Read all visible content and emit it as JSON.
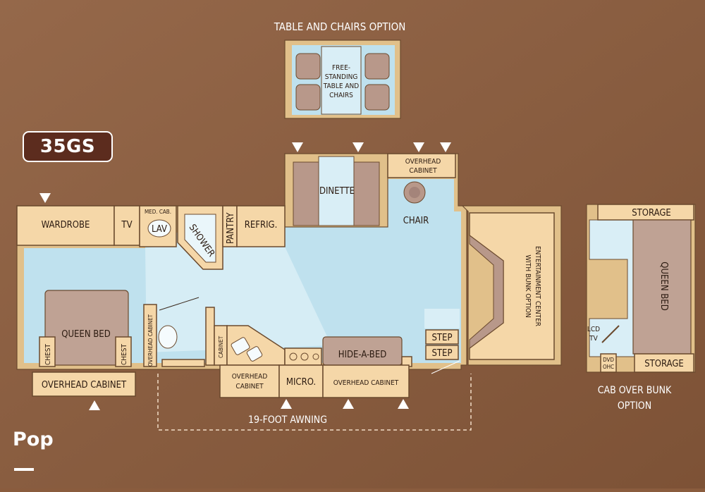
{
  "model": "35GS",
  "watermark": "Pop",
  "colors": {
    "background": "#8a5c3e",
    "floor": "#bfe1ee",
    "cabinet": "#f5d7a8",
    "badge": "#5c2c1e"
  },
  "labels": {
    "table_option_title": "TABLE AND CHAIRS OPTION",
    "table_option_text": [
      "FREE-",
      "STANDING",
      "TABLE AND",
      "CHAIRS"
    ],
    "wardrobe": "WARDROBE",
    "tv": "TV",
    "med_cab": "MED. CAB.",
    "lav": "LAV",
    "shower": "SHOWER",
    "pantry": "PANTRY",
    "refrig": "REFRIG.",
    "dinette": "DINETTE",
    "overhead_cabinet_top": [
      "OVERHEAD",
      "CABINET"
    ],
    "chair": "CHAIR",
    "entertainment": [
      "ENTERTAINMENT CENTER",
      "WITH BUNK OPTION"
    ],
    "queen_bed": "QUEEN BED",
    "chest": "CHEST",
    "overhead_cabinet_rear": "OVERHEAD CABINET",
    "overhead_cabinet_galley": [
      "OVERHEAD",
      "CABINET"
    ],
    "micro": "MICRO.",
    "overhead_cabinet_front": "OVERHEAD CABINET",
    "hide_a_bed": "HIDE-A-BED",
    "step": "STEP",
    "cabinet": "CABINET",
    "overhead_cabinet_bath": "OVERHEAD CABINET",
    "awning": "19-FOOT AWNING",
    "storage": "STORAGE",
    "bunk_queen_bed": "QUEEN BED",
    "lcd": "LCD",
    "lcd_tv": "TV",
    "dvd": "DVD",
    "ohc": "OHC",
    "bunk_option": [
      "CAB OVER BUNK",
      "OPTION"
    ]
  },
  "icons": [
    "slide-out-arrow-icon",
    "chair-icon",
    "toilet-icon",
    "sink-icon",
    "stove-icon"
  ]
}
